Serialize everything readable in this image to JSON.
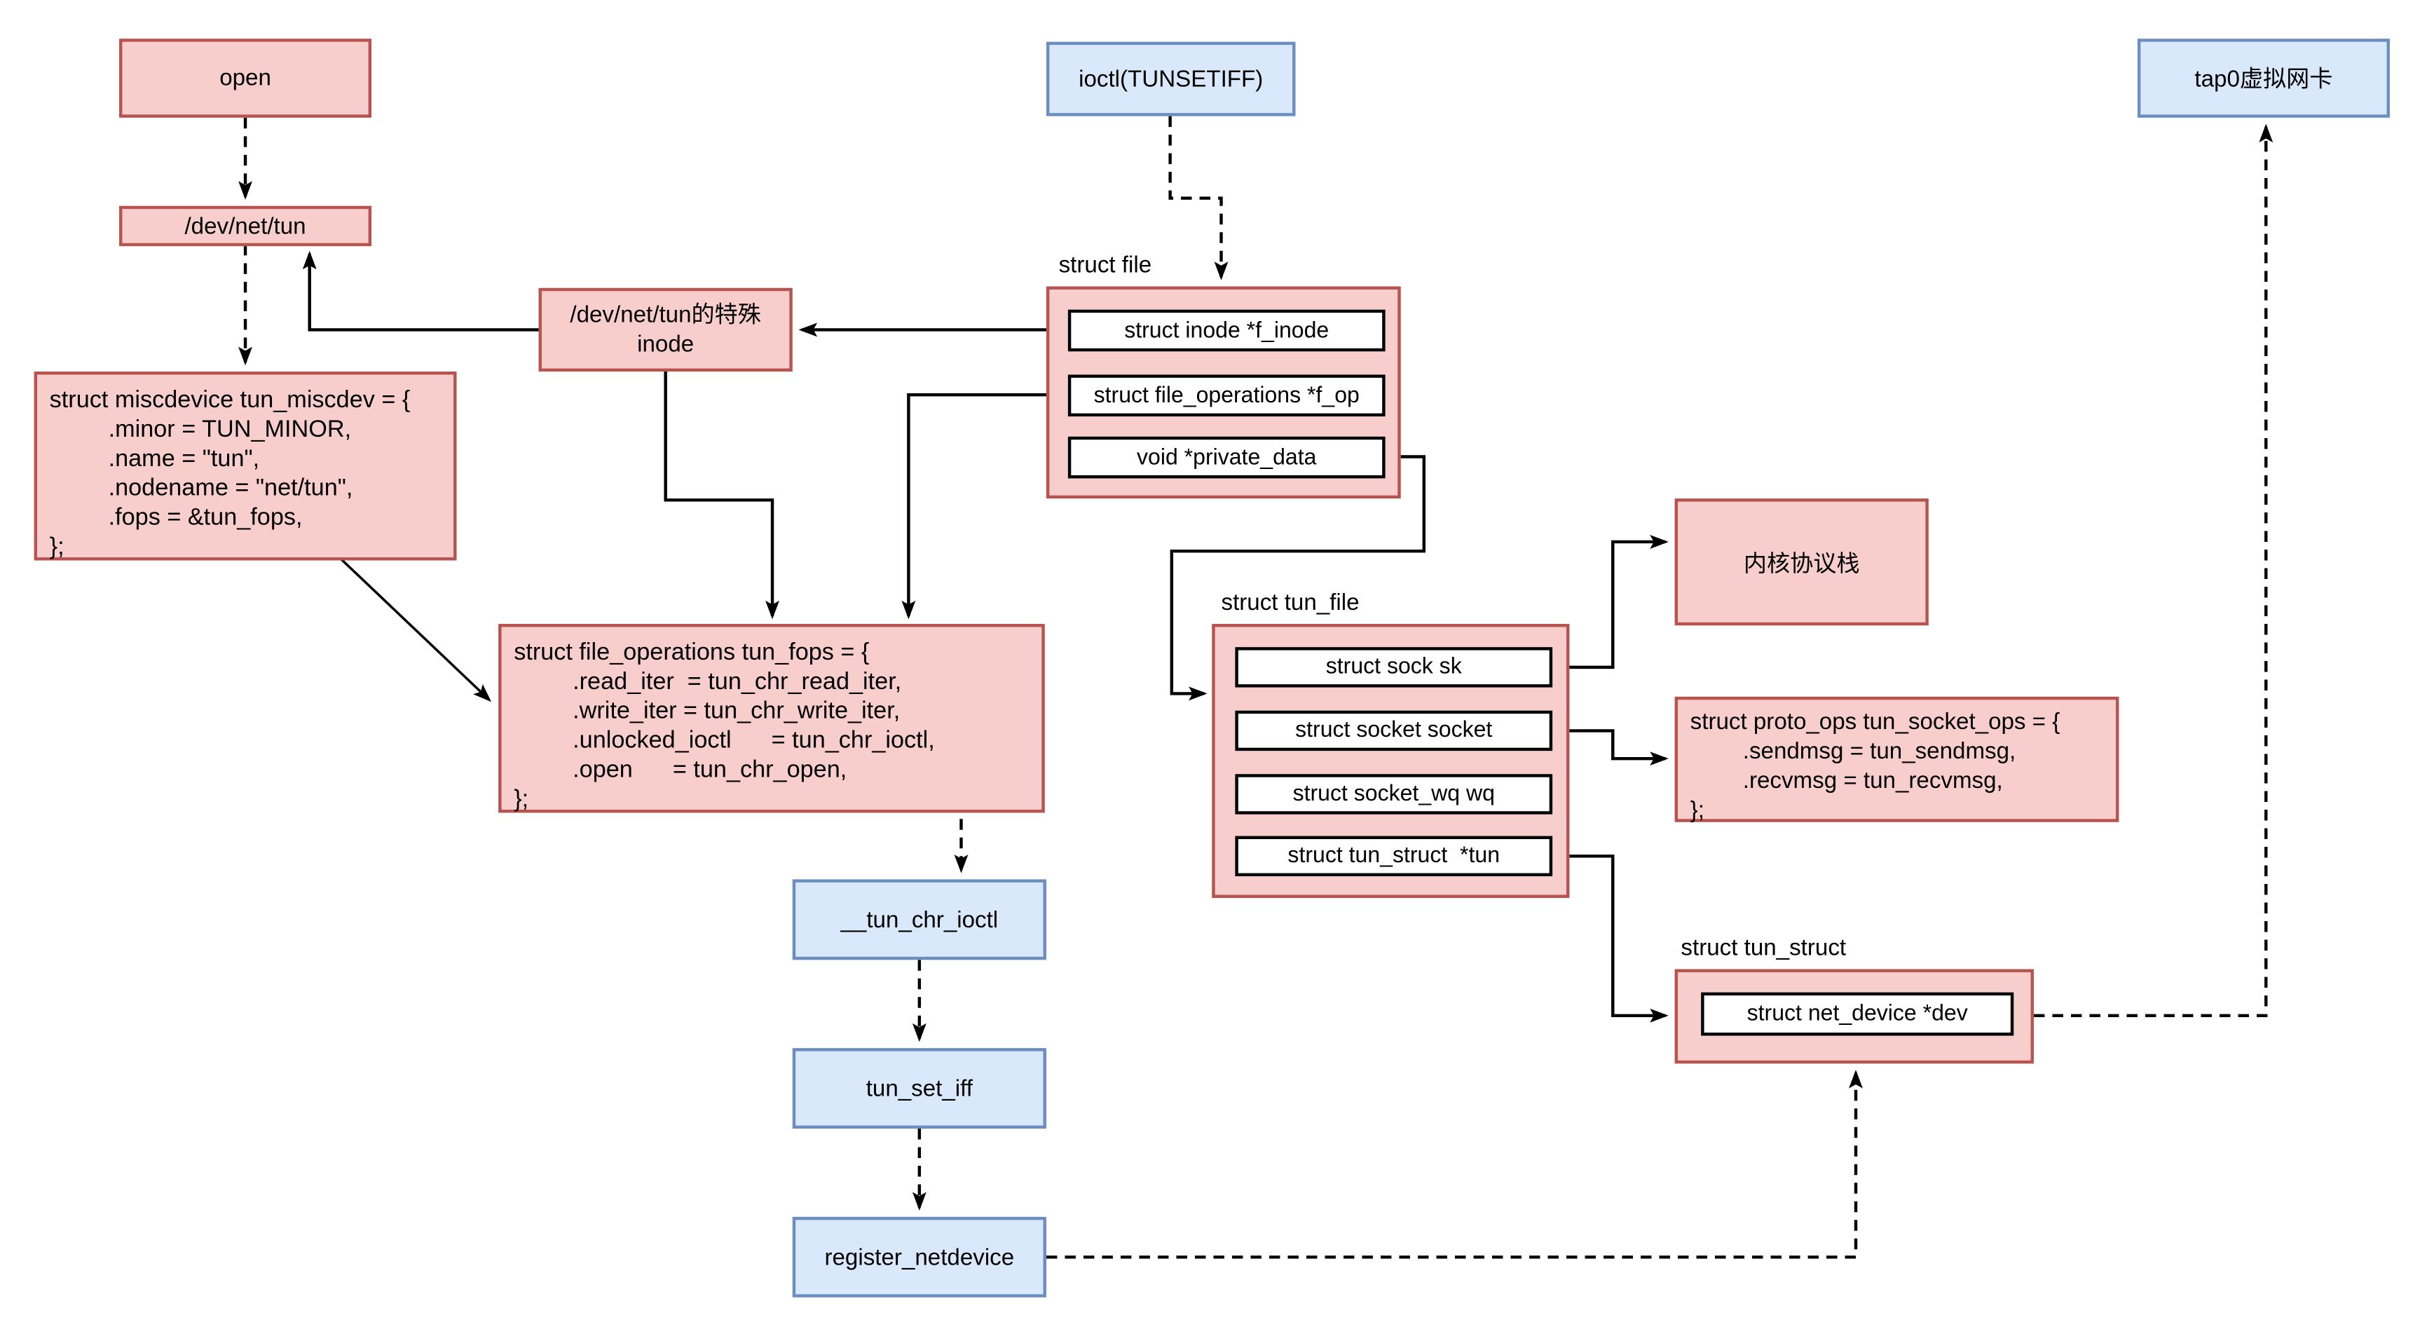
{
  "colors": {
    "node_fill": "#F8CECC",
    "node_stroke": "#B85450",
    "call_fill": "#DAE8FC",
    "call_stroke": "#6C8EBF",
    "row_fill": "#FFFFFF",
    "row_stroke": "#000000",
    "line": "#000000"
  },
  "nodes": {
    "open": {
      "label": "open"
    },
    "dev_net_tun": {
      "label": "/dev/net/tun"
    },
    "tun_miscdev": {
      "lines": [
        "struct miscdevice tun_miscdev = {",
        ".minor = TUN_MINOR,",
        ".name = \"tun\",",
        ".nodename = \"net/tun\",",
        ".fops = &tun_fops,",
        "};"
      ]
    },
    "special_inode": {
      "line1": "/dev/net/tun的特殊",
      "line2": "inode"
    },
    "ioctl_tunsetiff": {
      "label": "ioctl(TUNSETIFF)"
    },
    "struct_file": {
      "label": "struct file",
      "rows": [
        "struct inode *f_inode",
        "struct file_operations *f_op",
        "void *private_data"
      ]
    },
    "tun_fops": {
      "lines": [
        "struct file_operations tun_fops = {",
        ".read_iter  = tun_chr_read_iter,",
        ".write_iter = tun_chr_write_iter,",
        ".unlocked_ioctl      = tun_chr_ioctl,",
        ".open      = tun_chr_open,",
        "};"
      ]
    },
    "tun_chr_ioctl": {
      "label": "__tun_chr_ioctl"
    },
    "tun_set_iff": {
      "label": "tun_set_iff"
    },
    "register_netdevice": {
      "label": "register_netdevice"
    },
    "tun_file": {
      "label": "struct tun_file",
      "rows": [
        "struct sock sk",
        "struct socket socket",
        "struct socket_wq wq",
        "struct tun_struct  *tun"
      ]
    },
    "kernel_stack": {
      "label": "内核协议栈"
    },
    "tun_socket_ops": {
      "lines": [
        "struct proto_ops tun_socket_ops = {",
        ".sendmsg = tun_sendmsg,",
        ".recvmsg = tun_recvmsg,",
        "};"
      ]
    },
    "tun_struct": {
      "label": "struct tun_struct",
      "rows": [
        "struct net_device *dev"
      ]
    },
    "tap0": {
      "label": "tap0虚拟网卡"
    }
  }
}
